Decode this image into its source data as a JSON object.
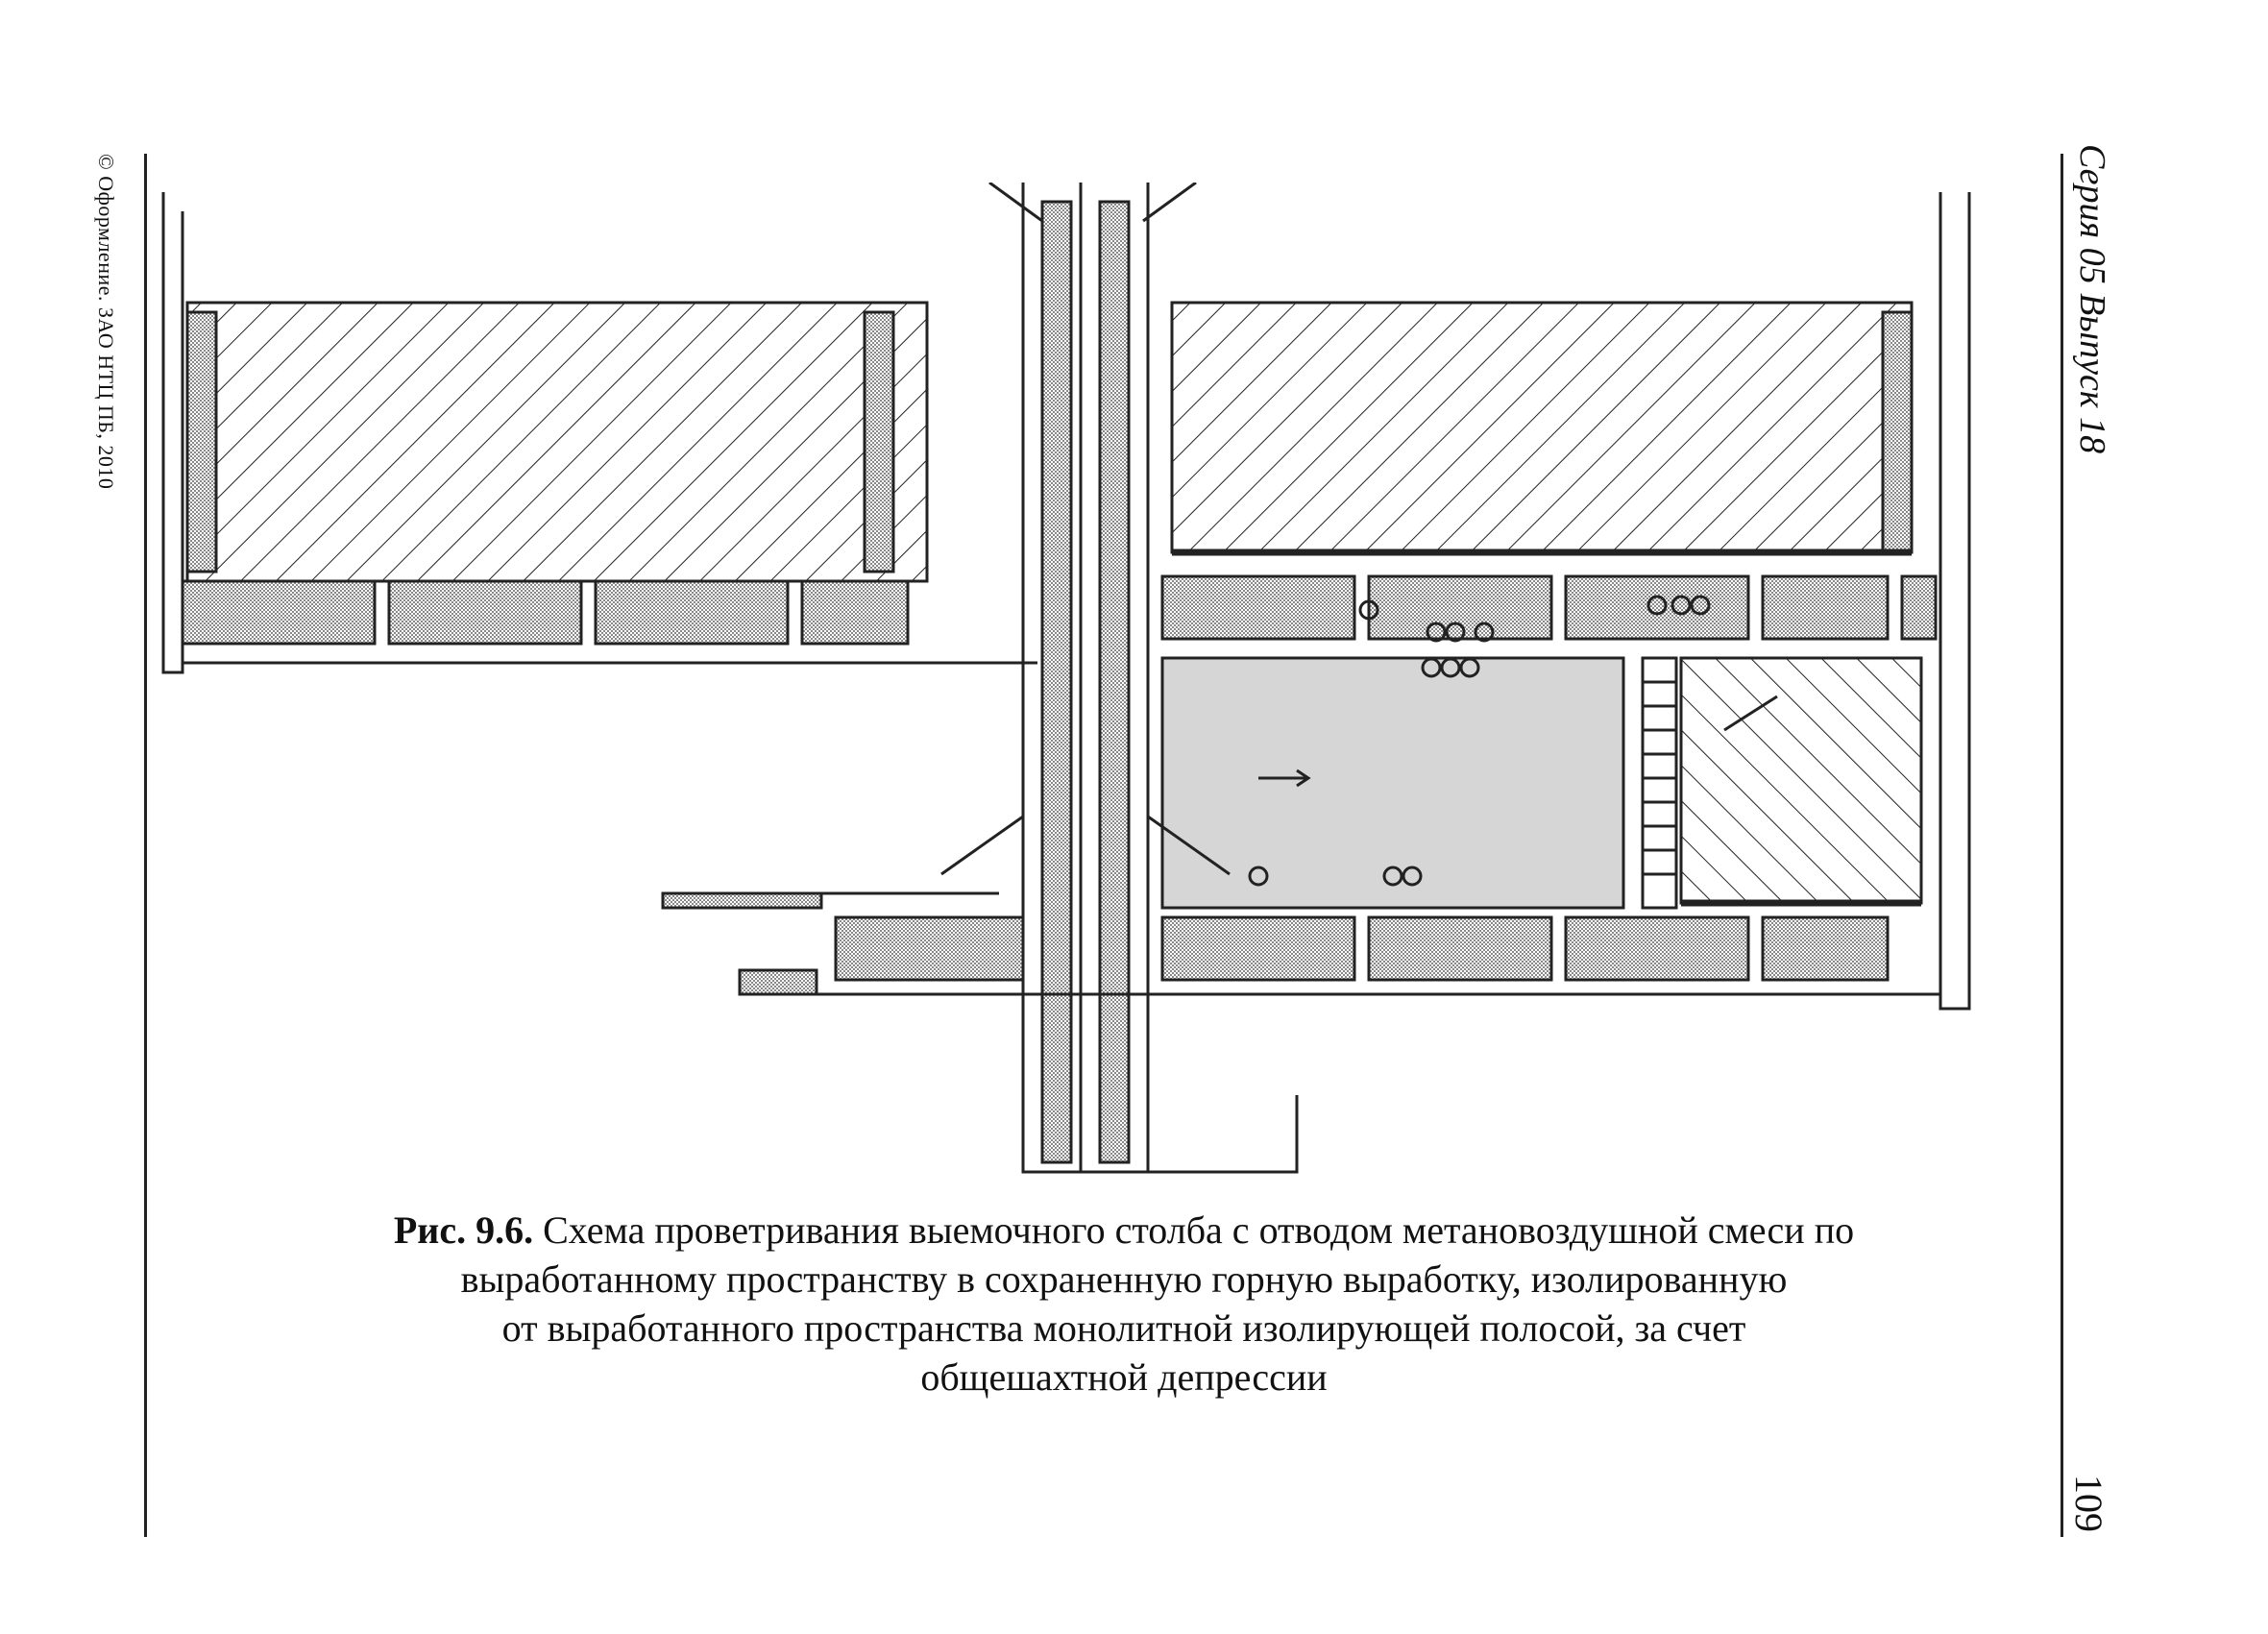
{
  "page": {
    "copyright": "© Оформление. ЗАО НТЦ ПБ, 2010",
    "series": "Серия 05 Выпуск 18",
    "page_number": "109"
  },
  "figure": {
    "label": "Рис. 9.6.",
    "caption_lines": [
      "Схема проветривания выемочного столба с отводом метановоздушной смеси по",
      "выработанному пространству в сохраненную горную выработку, изолированную",
      "от выработанного пространства монолитной изолирующей полосой, за счет",
      "общешахтной депрессии"
    ]
  },
  "colors": {
    "ink": "#222222",
    "fill_dotted": "#bdbdbd",
    "fill_area": "#d6d6d6"
  }
}
